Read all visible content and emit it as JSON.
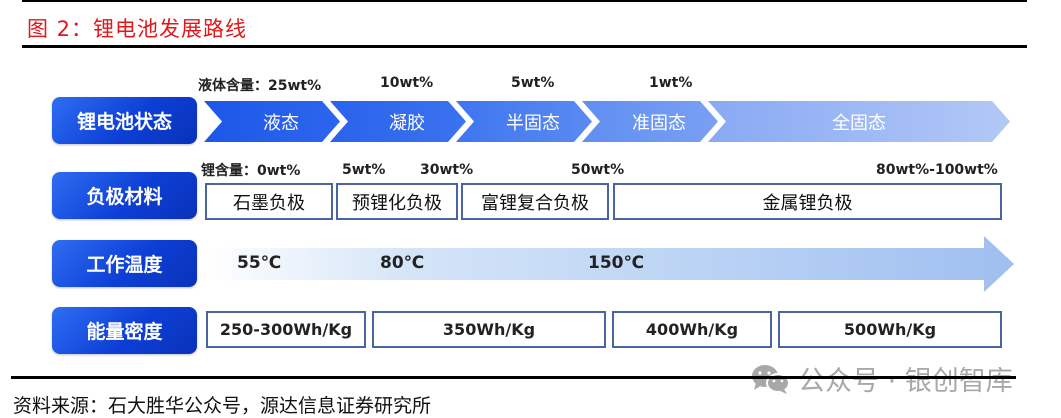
{
  "figure": {
    "title": "图 2：锂电池发展路线",
    "source": "资料来源：石大胜华公众号，源达信息证券研究所",
    "watermark": "公众号 · 银创智库",
    "title_color": "#e0181b"
  },
  "rows": {
    "battery_state": {
      "label": "锂电池状态",
      "content_prefix": "液体含量：",
      "content_values": [
        "25wt%",
        "10wt%",
        "5wt%",
        "1wt%"
      ],
      "stages": [
        "液态",
        "凝胶",
        "半固态",
        "准固态",
        "全固态"
      ]
    },
    "anode": {
      "label": "负极材料",
      "content_prefix": "锂含量：",
      "content_values": [
        "0wt%",
        "5wt%",
        "30wt%",
        "50wt%",
        "80wt%-100wt%"
      ],
      "materials": [
        "石墨负极",
        "预锂化负极",
        "富锂复合负极",
        "金属锂负极"
      ]
    },
    "temperature": {
      "label": "工作温度",
      "values": [
        "55℃",
        "80℃",
        "150℃"
      ]
    },
    "energy_density": {
      "label": "能量密度",
      "values": [
        "250-300Wh/Kg",
        "350Wh/Kg",
        "400Wh/Kg",
        "500Wh/Kg"
      ]
    }
  },
  "colors": {
    "label_blue": "#0d3fd6",
    "chevron_dark": "#1f5ce8",
    "chevron_light": "#a9c0f5",
    "box_border": "#4a62a6",
    "temp_arrow": "#b8d2f5"
  }
}
